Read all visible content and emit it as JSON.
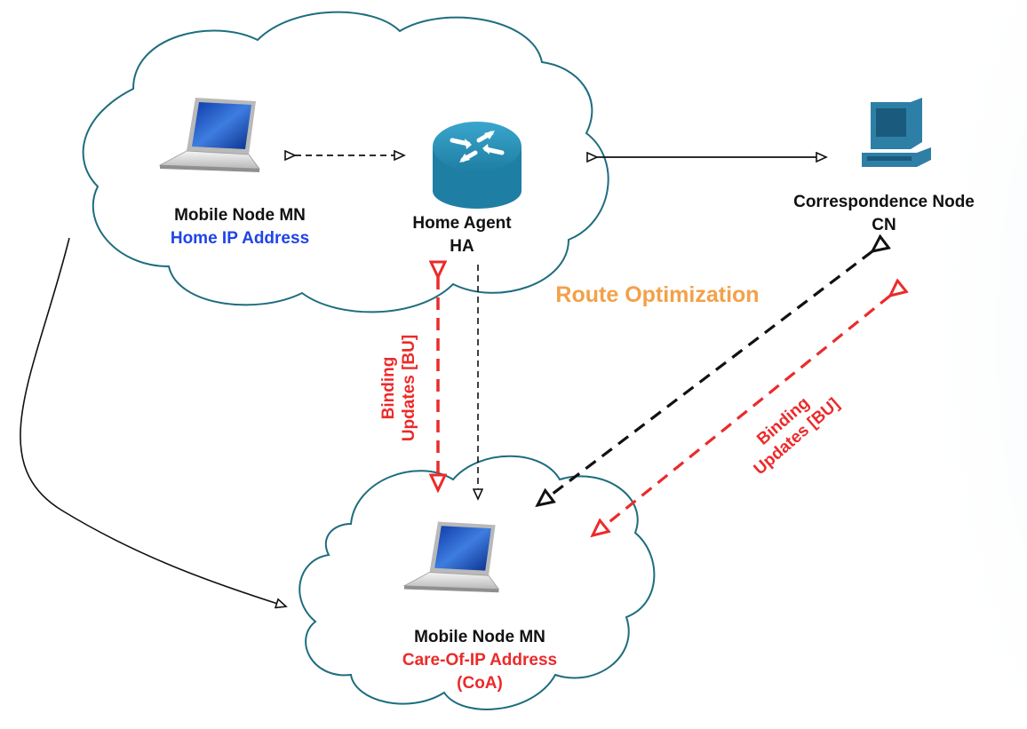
{
  "nodes": {
    "mn_home": {
      "title": "Mobile Node MN",
      "subtitle": "Home IP Address"
    },
    "ha": {
      "title": "Home Agent",
      "subtitle": "HA"
    },
    "cn": {
      "title": "Correspondence Node",
      "subtitle": "CN"
    },
    "mn_foreign": {
      "title": "Mobile Node MN",
      "subtitle": "Care-Of-IP Address",
      "subtitle2": "(CoA)"
    }
  },
  "labels": {
    "route_optimization": "Route Optimization",
    "binding_left_line1": "Binding",
    "binding_left_line2": "Updates [BU]",
    "binding_right_line1": "Binding",
    "binding_right_line2": "Updates [BU]"
  },
  "colors": {
    "cloud_stroke": "#1d6d7e",
    "router_fill": "#2a8bb0",
    "pc_fill": "#2e7fa6",
    "subtitle_blue": "#1f44e8",
    "accent_red": "#ec2a2a",
    "accent_orange": "#f2a14a",
    "background_splash": "#cfe3f0"
  },
  "icons": [
    "laptop-icon",
    "router-icon",
    "desktop-computer-icon",
    "laptop-icon"
  ]
}
